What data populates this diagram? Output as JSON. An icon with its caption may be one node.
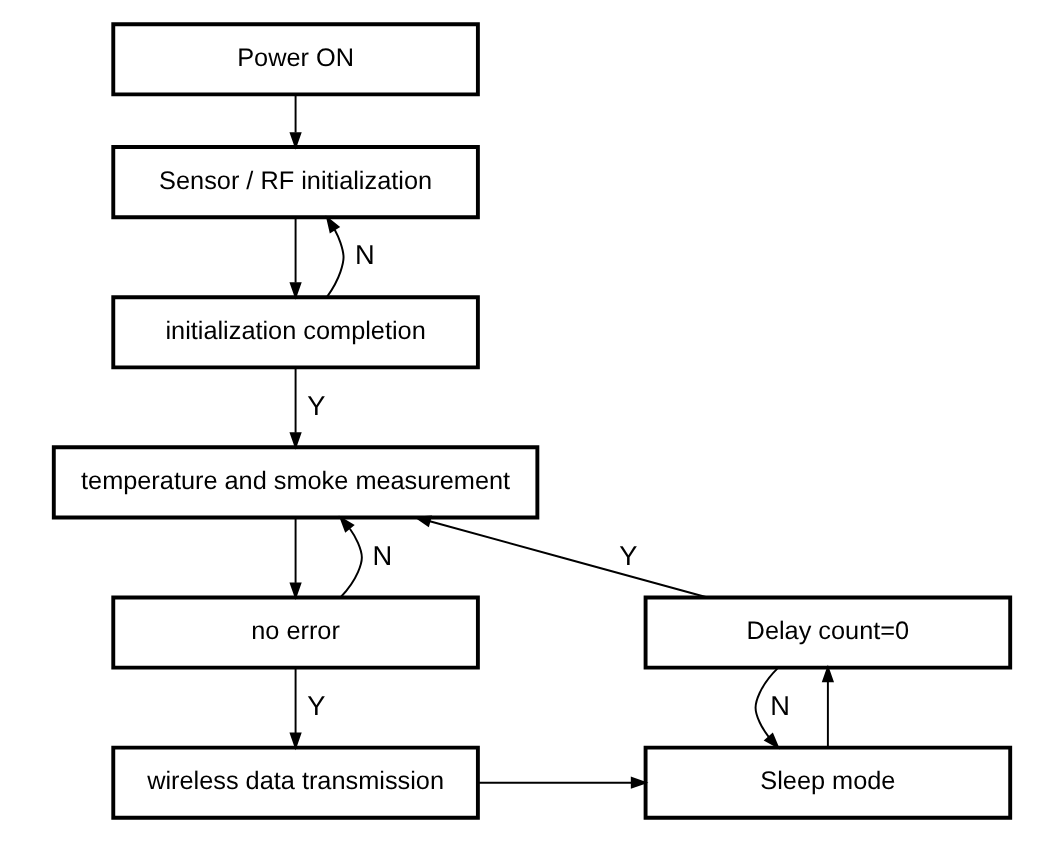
{
  "diagram": {
    "nodes": [
      {
        "text": [
          "Power ON"
        ]
      },
      {
        "text": [
          "Sensor / RF initialization"
        ]
      },
      {
        "text": [
          "initialization completion"
        ]
      },
      {
        "text": [
          "temperature and smoke measurement"
        ]
      },
      {
        "text": [
          "no error"
        ]
      },
      {
        "text": [
          "wireless data transmission"
        ]
      },
      {
        "text": [
          "Sleep mode"
        ]
      },
      {
        "text": [
          "Delay count=0"
        ]
      }
    ],
    "edges": [
      {
        "from": 0,
        "to": 1,
        "arrow": "to"
      },
      {
        "from": 1,
        "to": 2,
        "arrow": "to"
      },
      {
        "from": 2,
        "to": 1,
        "arrow": "to",
        "label": "N"
      },
      {
        "from": 2,
        "to": 3,
        "arrow": "to",
        "label": "Y"
      },
      {
        "from": 3,
        "to": 4,
        "arrow": "to"
      },
      {
        "from": 4,
        "to": 3,
        "arrow": "to",
        "label": "N"
      },
      {
        "from": 4,
        "to": 5,
        "arrow": "to",
        "label": "Y"
      },
      {
        "from": 5,
        "to": 6,
        "arrow": "to"
      },
      {
        "from": 6,
        "to": 7,
        "arrow": "to"
      },
      {
        "from": 7,
        "to": 3,
        "arrow": "to",
        "label": "Y"
      },
      {
        "from": 7,
        "to": 6,
        "arrow": "to",
        "label": "N"
      }
    ]
  }
}
